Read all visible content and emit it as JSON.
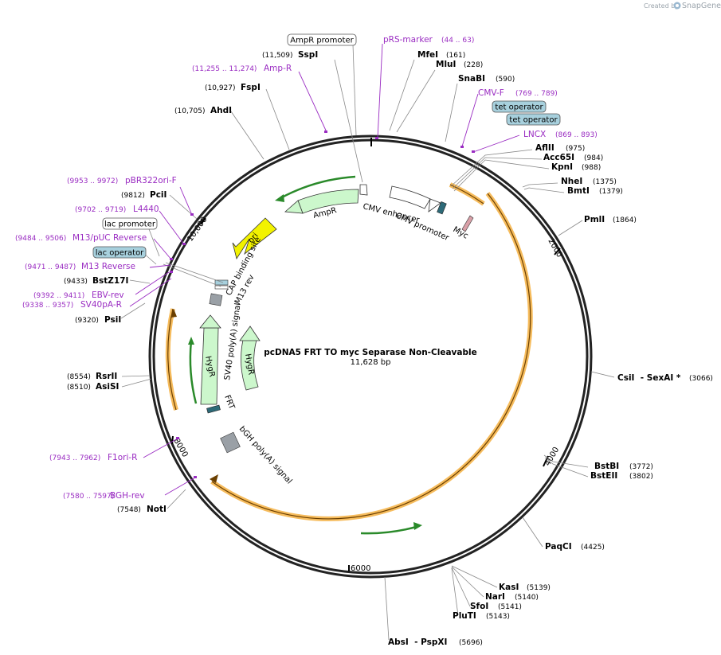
{
  "credit": {
    "prefix": "Created by",
    "brand": "SnapGene"
  },
  "plasmid": {
    "name": "pcDNA5 FRT TO myc Separase Non-Cleavable",
    "length_label": "11,628 bp"
  },
  "ticks": [
    "2000",
    "4000",
    "6000",
    "8000",
    "10,000"
  ],
  "sites_right": [
    {
      "name": "MfeI",
      "pos": "(161)"
    },
    {
      "name": "MluI",
      "pos": "(228)"
    },
    {
      "name": "SnaBI",
      "pos": "(590)"
    },
    {
      "name": "AflII",
      "pos": "(975)"
    },
    {
      "name": "Acc65I",
      "pos": "(984)"
    },
    {
      "name": "KpnI",
      "pos": "(988)"
    },
    {
      "name": "NheI",
      "pos": "(1375)"
    },
    {
      "name": "BmtI",
      "pos": "(1379)"
    },
    {
      "name": "PmlI",
      "pos": "(1864)"
    },
    {
      "name": "CsiI  - SexAI *",
      "pos": "(3066)"
    },
    {
      "name": "BstBI",
      "pos": "(3772)"
    },
    {
      "name": "BstEII",
      "pos": "(3802)"
    },
    {
      "name": "PaqCI",
      "pos": "(4425)"
    },
    {
      "name": "KasI",
      "pos": "(5139)"
    },
    {
      "name": "NarI",
      "pos": "(5140)"
    },
    {
      "name": "SfoI",
      "pos": "(5141)"
    },
    {
      "name": "PluTI",
      "pos": "(5143)"
    },
    {
      "name": "AbsI  - PspXI",
      "pos": "(5696)"
    }
  ],
  "sites_left": [
    {
      "name": "SspI",
      "pos": "(11,509)"
    },
    {
      "name": "FspI",
      "pos": "(10,927)"
    },
    {
      "name": "AhdI",
      "pos": "(10,705)"
    },
    {
      "name": "PciI",
      "pos": "(9812)"
    },
    {
      "name": "BstZ17I",
      "pos": "(9433)"
    },
    {
      "name": "PsiI",
      "pos": "(9320)"
    },
    {
      "name": "RsrII",
      "pos": "(8554)"
    },
    {
      "name": "AsiSI",
      "pos": "(8510)"
    },
    {
      "name": "NotI",
      "pos": "(7548)"
    }
  ],
  "primers": [
    {
      "name": "pRS-marker",
      "pos": "(44 .. 63)"
    },
    {
      "name": "CMV-F",
      "pos": "(769 .. 789)"
    },
    {
      "name": "LNCX",
      "pos": "(869 .. 893)"
    },
    {
      "name": "Amp-R",
      "pos": "(11,255 .. 11,274)"
    },
    {
      "name": "pBR322ori-F",
      "pos": "(9953 .. 9972)"
    },
    {
      "name": "L4440",
      "pos": "(9702 .. 9719)"
    },
    {
      "name": "M13/pUC Reverse",
      "pos": "(9484 .. 9506)"
    },
    {
      "name": "M13 Reverse",
      "pos": "(9471 .. 9487)"
    },
    {
      "name": "EBV-rev",
      "pos": "(9392 .. 9411)"
    },
    {
      "name": "SV40pA-R",
      "pos": "(9338 .. 9357)"
    },
    {
      "name": "F1ori-R",
      "pos": "(7943 .. 7962)"
    },
    {
      "name": "BGH-rev",
      "pos": "(7580 .. 7597)"
    }
  ],
  "boxed_features": [
    {
      "name": "AmpR promoter",
      "style": "white"
    },
    {
      "name": "tet operator",
      "style": "blue"
    },
    {
      "name": "tet operator",
      "style": "blue"
    },
    {
      "name": "lac promoter",
      "style": "white"
    },
    {
      "name": "lac operator",
      "style": "blue"
    }
  ],
  "features": [
    "AmpR",
    "ori",
    "CAP binding site",
    "M13 rev",
    "SV40 poly(A) signal",
    "HygR",
    "HygR",
    "FRT",
    "bGH poly(A) signal",
    "CMV enhancer",
    "CMV promoter",
    "Myc"
  ],
  "colors": {
    "primer": "#9a2cc2",
    "marker_green": "#ccf7cc",
    "ori_yellow": "#f2f200",
    "cds_orange": "#f5b041",
    "operator_blue": "#a7d0dd",
    "backbone": "#222222"
  }
}
